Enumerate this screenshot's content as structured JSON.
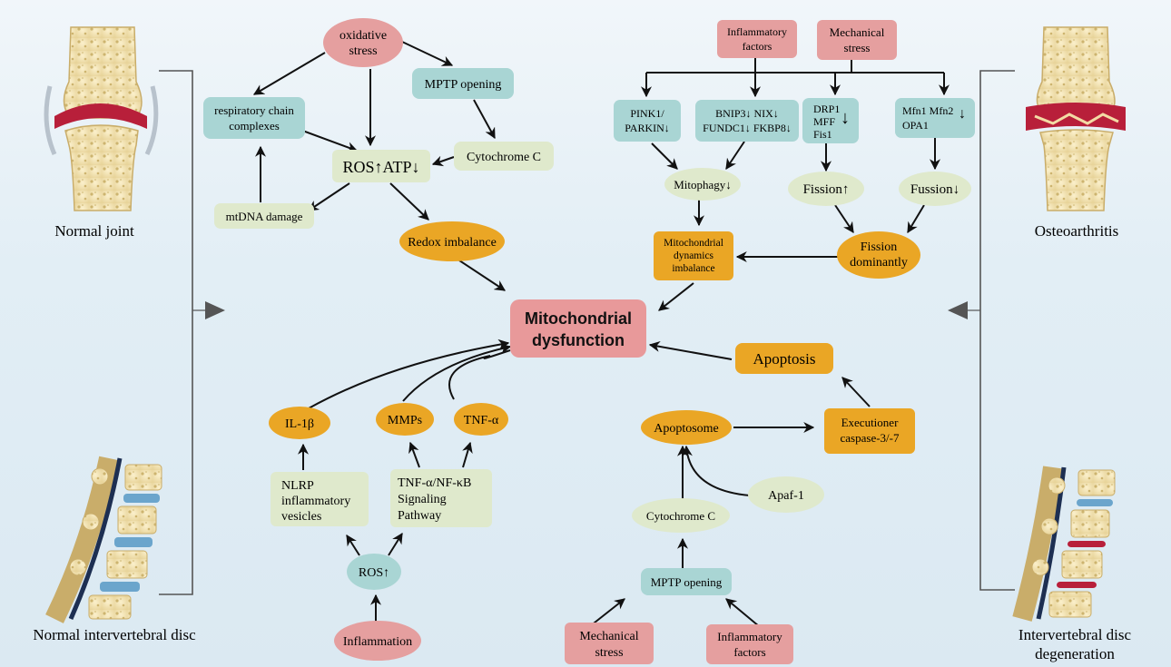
{
  "side_labels": {
    "normal_joint": "Normal joint",
    "normal_disc": "Normal intervertebral disc",
    "osteoarthritis": "Osteoarthritis",
    "ivdd_line1": "Intervertebral disc",
    "ivdd_line2": "degeneration"
  },
  "center": {
    "line1": "Mitochondrial",
    "line2": "dysfunction"
  },
  "ox": {
    "oxidative_stress": [
      "oxidative",
      "stress"
    ],
    "resp_chain": [
      "respiratory chain",
      "complexes"
    ],
    "mptp": "MPTP opening",
    "ros_atp": "ROS↑ATP↓",
    "cyto_c": "Cytochrome C",
    "mtdna": "mtDNA damage",
    "redox": "Redox imbalance"
  },
  "dyn": {
    "inflam": [
      "Inflammatory",
      "factors"
    ],
    "mech": [
      "Mechanical",
      "stress"
    ],
    "pink": [
      "PINK1/",
      "PARKIN↓"
    ],
    "bnip": [
      "BNIP3↓ NIX↓",
      "FUNDC1↓ FKBP8↓"
    ],
    "drp": [
      "DRP1",
      "MFF",
      "Fis1"
    ],
    "drp_arrow": "↓",
    "mfn": [
      "Mfn1 Mfn2",
      "OPA1"
    ],
    "mfn_arrow": "↓",
    "mitophagy": "Mitophagy↓",
    "fission": "Fission↑",
    "fussion": "Fussion↓",
    "mdi": [
      "Mitochondrial",
      "dynamics",
      "imbalance"
    ],
    "fission_dom": [
      "Fission",
      "dominantly"
    ]
  },
  "infl": {
    "il1b": "IL-1β",
    "mmps": "MMPs",
    "tnfa": "TNF-α",
    "nlrp": [
      "NLRP",
      "inflammatory",
      "vesicles"
    ],
    "tnf_path": [
      "TNF-α/NF-κB",
      "Signaling",
      "Pathway"
    ],
    "ros": "ROS↑",
    "inflammation": "Inflammation"
  },
  "apop": {
    "apoptosis": "Apoptosis",
    "apoptosome": "Apoptosome",
    "executioner": [
      "Executioner",
      "caspase-3/-7"
    ],
    "apaf": "Apaf-1",
    "cyto_c": "Cytochrome C",
    "mptp": "MPTP opening",
    "mech": [
      "Mechanical",
      "stress"
    ],
    "inflam": [
      "Inflammatory",
      "factors"
    ]
  },
  "colors": {
    "pink": "#e59f9f",
    "teal": "#a9d5d4",
    "green": "#dfe9cc",
    "orange": "#eaa625",
    "center": "#e8999a",
    "bone": "#f2e2b4",
    "red": "#b81f3a",
    "disc_blue": "#6ba5cc"
  }
}
